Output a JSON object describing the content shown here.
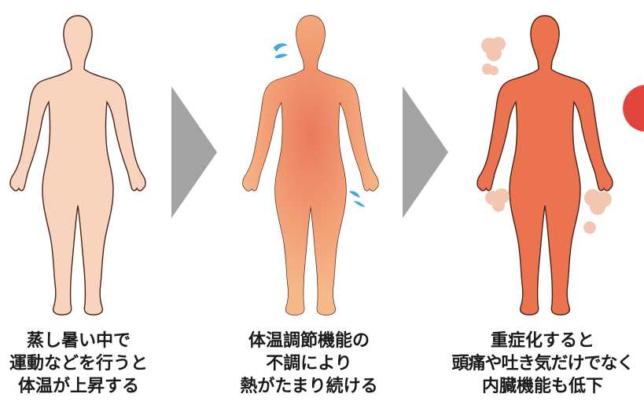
{
  "stages": [
    {
      "caption": [
        "蒸し暑い中で",
        "運動などを行うと",
        "体温が上昇する"
      ],
      "body_color": "#f8d4bf"
    },
    {
      "caption": [
        "体温調節機能の",
        "不調により",
        "熱がたまり続ける"
      ],
      "body_color": "#f2a075"
    },
    {
      "caption": [
        "重症化すると",
        "頭痛や吐き気だけでなく",
        "内臓機能も低下"
      ],
      "body_color": "#ec7350"
    }
  ],
  "colors": {
    "arrow": "#a3a3a3",
    "outline": "#4a2418",
    "sweat": "#3fa9e0",
    "steam": "#f3c6b2",
    "badge": "#e0443a"
  },
  "icons": {
    "arrow": "right-triangle-arrow",
    "sweat": "sweat-drop-icon",
    "steam": "steam-puff-icon"
  }
}
